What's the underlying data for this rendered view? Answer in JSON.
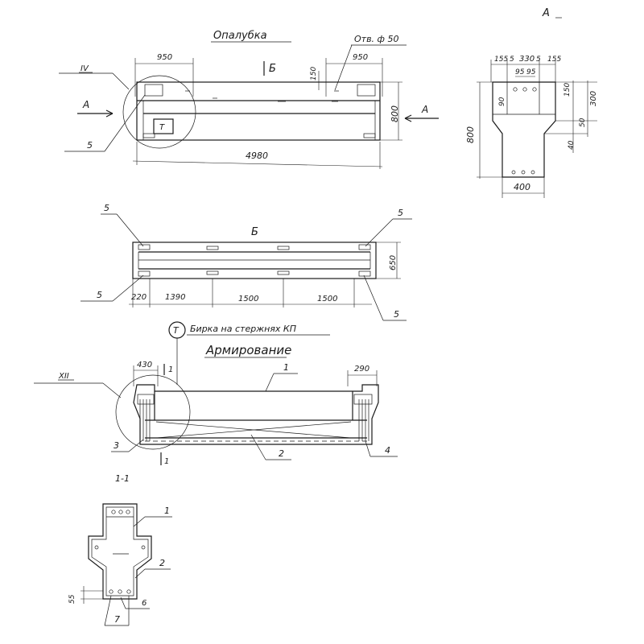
{
  "formwork": {
    "title": "Опалубка",
    "hole_callout": "Отв. ф 50",
    "dims": {
      "left_950": "950",
      "right_950": "950",
      "d150": "150",
      "h800": "800",
      "len4980": "4980"
    },
    "section_mark": "Б",
    "view_arrow": "А",
    "detail_node": "IV",
    "item5": "5",
    "tag_letter": "Т"
  },
  "view_a": {
    "title": "А",
    "dims": {
      "d155a": "155",
      "d5a": "5",
      "d330": "330",
      "d5b": "5",
      "d155b": "155",
      "d95a": "95",
      "d95b": "95",
      "d90": "90",
      "d150": "150",
      "d300": "300",
      "d50": "50",
      "d40": "40",
      "d800": "800",
      "d400": "400"
    }
  },
  "plan_b": {
    "title": "Б",
    "markers": [
      "5",
      "5",
      "5",
      "5"
    ],
    "dims": {
      "d220": "220",
      "d1390": "1390",
      "d1500a": "1500",
      "d1500b": "1500",
      "d650": "650"
    }
  },
  "reinforcement": {
    "tag_note": "Бирка на стержнях КП",
    "tag_letter": "Т",
    "title": "Армирование",
    "detail_node": "XII",
    "dims": {
      "d430": "430",
      "d290": "290"
    },
    "items": {
      "i1": "1",
      "i2": "2",
      "i3": "3",
      "i4": "4"
    },
    "cut_mark": "1"
  },
  "section_1_1": {
    "title": "1-1",
    "items": {
      "i1": "1",
      "i2": "2",
      "i6": "6",
      "i7": "7"
    },
    "dims": {
      "d55": "55"
    }
  }
}
